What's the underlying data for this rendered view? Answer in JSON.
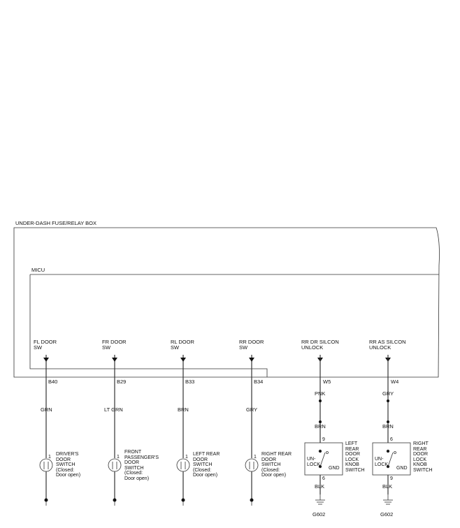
{
  "boxes": {
    "fuse_box": "UNDER-DASH FUSE/RELAY BOX",
    "micu": "MICU"
  },
  "circuits": [
    {
      "input_line1": "FL DOOR",
      "input_line2": "SW",
      "pin": "B40",
      "wire_color": "GRN",
      "switch_pin": "1",
      "switch_label": [
        "DRIVER'S",
        "DOOR",
        "SWITCH",
        "(Closed:",
        "Door open)"
      ]
    },
    {
      "input_line1": "FR DOOR",
      "input_line2": "SW",
      "pin": "B29",
      "wire_color": "LT GRN",
      "switch_pin": "1",
      "switch_label": [
        "FRONT",
        "PASSENGER'S",
        "DOOR",
        "SWITCH",
        "(Closed:",
        "Door open)"
      ]
    },
    {
      "input_line1": "RL DOOR",
      "input_line2": "SW",
      "pin": "B33",
      "wire_color": "BRN",
      "switch_pin": "1",
      "switch_label": [
        "LEFT REAR",
        "DOOR",
        "SWITCH",
        "(Closed:",
        "Door open)"
      ]
    },
    {
      "input_line1": "RR DOOR",
      "input_line2": "SW",
      "pin": "B34",
      "wire_color": "GRY",
      "switch_pin": "1",
      "switch_label": [
        "RIGHT REAR",
        "DOOR",
        "SWITCH",
        "(Closed:",
        "Door open)"
      ]
    },
    {
      "input_line1": "RR DR SILCON",
      "input_line2": "UNLOCK",
      "pin": "W5",
      "wire_color": "PNK",
      "wire_color2": "BRN",
      "pin_top": "9",
      "pin_bottom": "6",
      "unlock_label": [
        "UN-",
        "LOCK"
      ],
      "gnd_label": "GND",
      "ground_wire": "BLK",
      "ground": "G602",
      "switch_label": [
        "LEFT",
        "REAR",
        "DOOR",
        "LOCK",
        "KNOB",
        "SWITCH"
      ]
    },
    {
      "input_line1": "RR AS SILCON",
      "input_line2": "UNLOCK",
      "pin": "W4",
      "wire_color": "GRY",
      "wire_color2": "BRN",
      "pin_top": "6",
      "pin_bottom": "9",
      "unlock_label": [
        "UN-",
        "LOCK"
      ],
      "gnd_label": "GND",
      "ground_wire": "BLK",
      "ground": "G602",
      "switch_label": [
        "RIGHT",
        "REAR",
        "DOOR",
        "LOCK",
        "KNOB",
        "SWITCH"
      ]
    }
  ]
}
